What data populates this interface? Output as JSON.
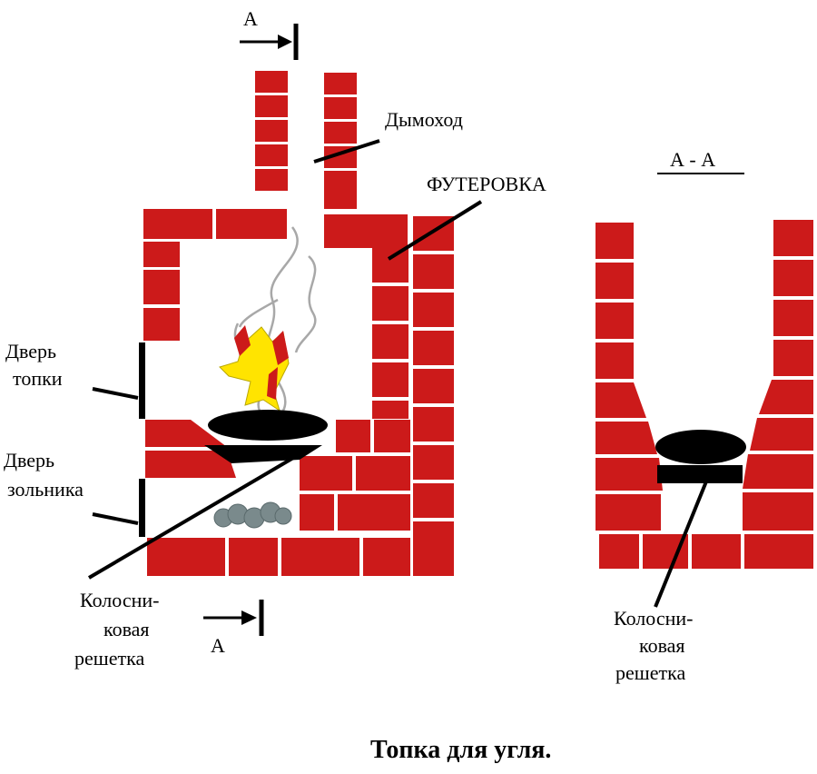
{
  "title": "Топка для угля.",
  "section_mark": "А",
  "section_view_title": "А - А",
  "labels": {
    "chimney": "Дымоход",
    "lining": "ФУТЕРОВКА",
    "firebox_door": [
      "Дверь",
      "топки"
    ],
    "ash_door": [
      "Дверь",
      "зольника"
    ],
    "grate_left": [
      "Колосни-",
      "ковая",
      "решетка"
    ],
    "grate_right": [
      "Колосни-",
      "ковая",
      "решетка"
    ]
  },
  "colors": {
    "brick": "#cc1a1a",
    "mortar": "#ffffff",
    "coal": "#000000",
    "flame": "#ffe400",
    "smoke": "#a8a8a8",
    "ash": "#7a8a8c"
  }
}
